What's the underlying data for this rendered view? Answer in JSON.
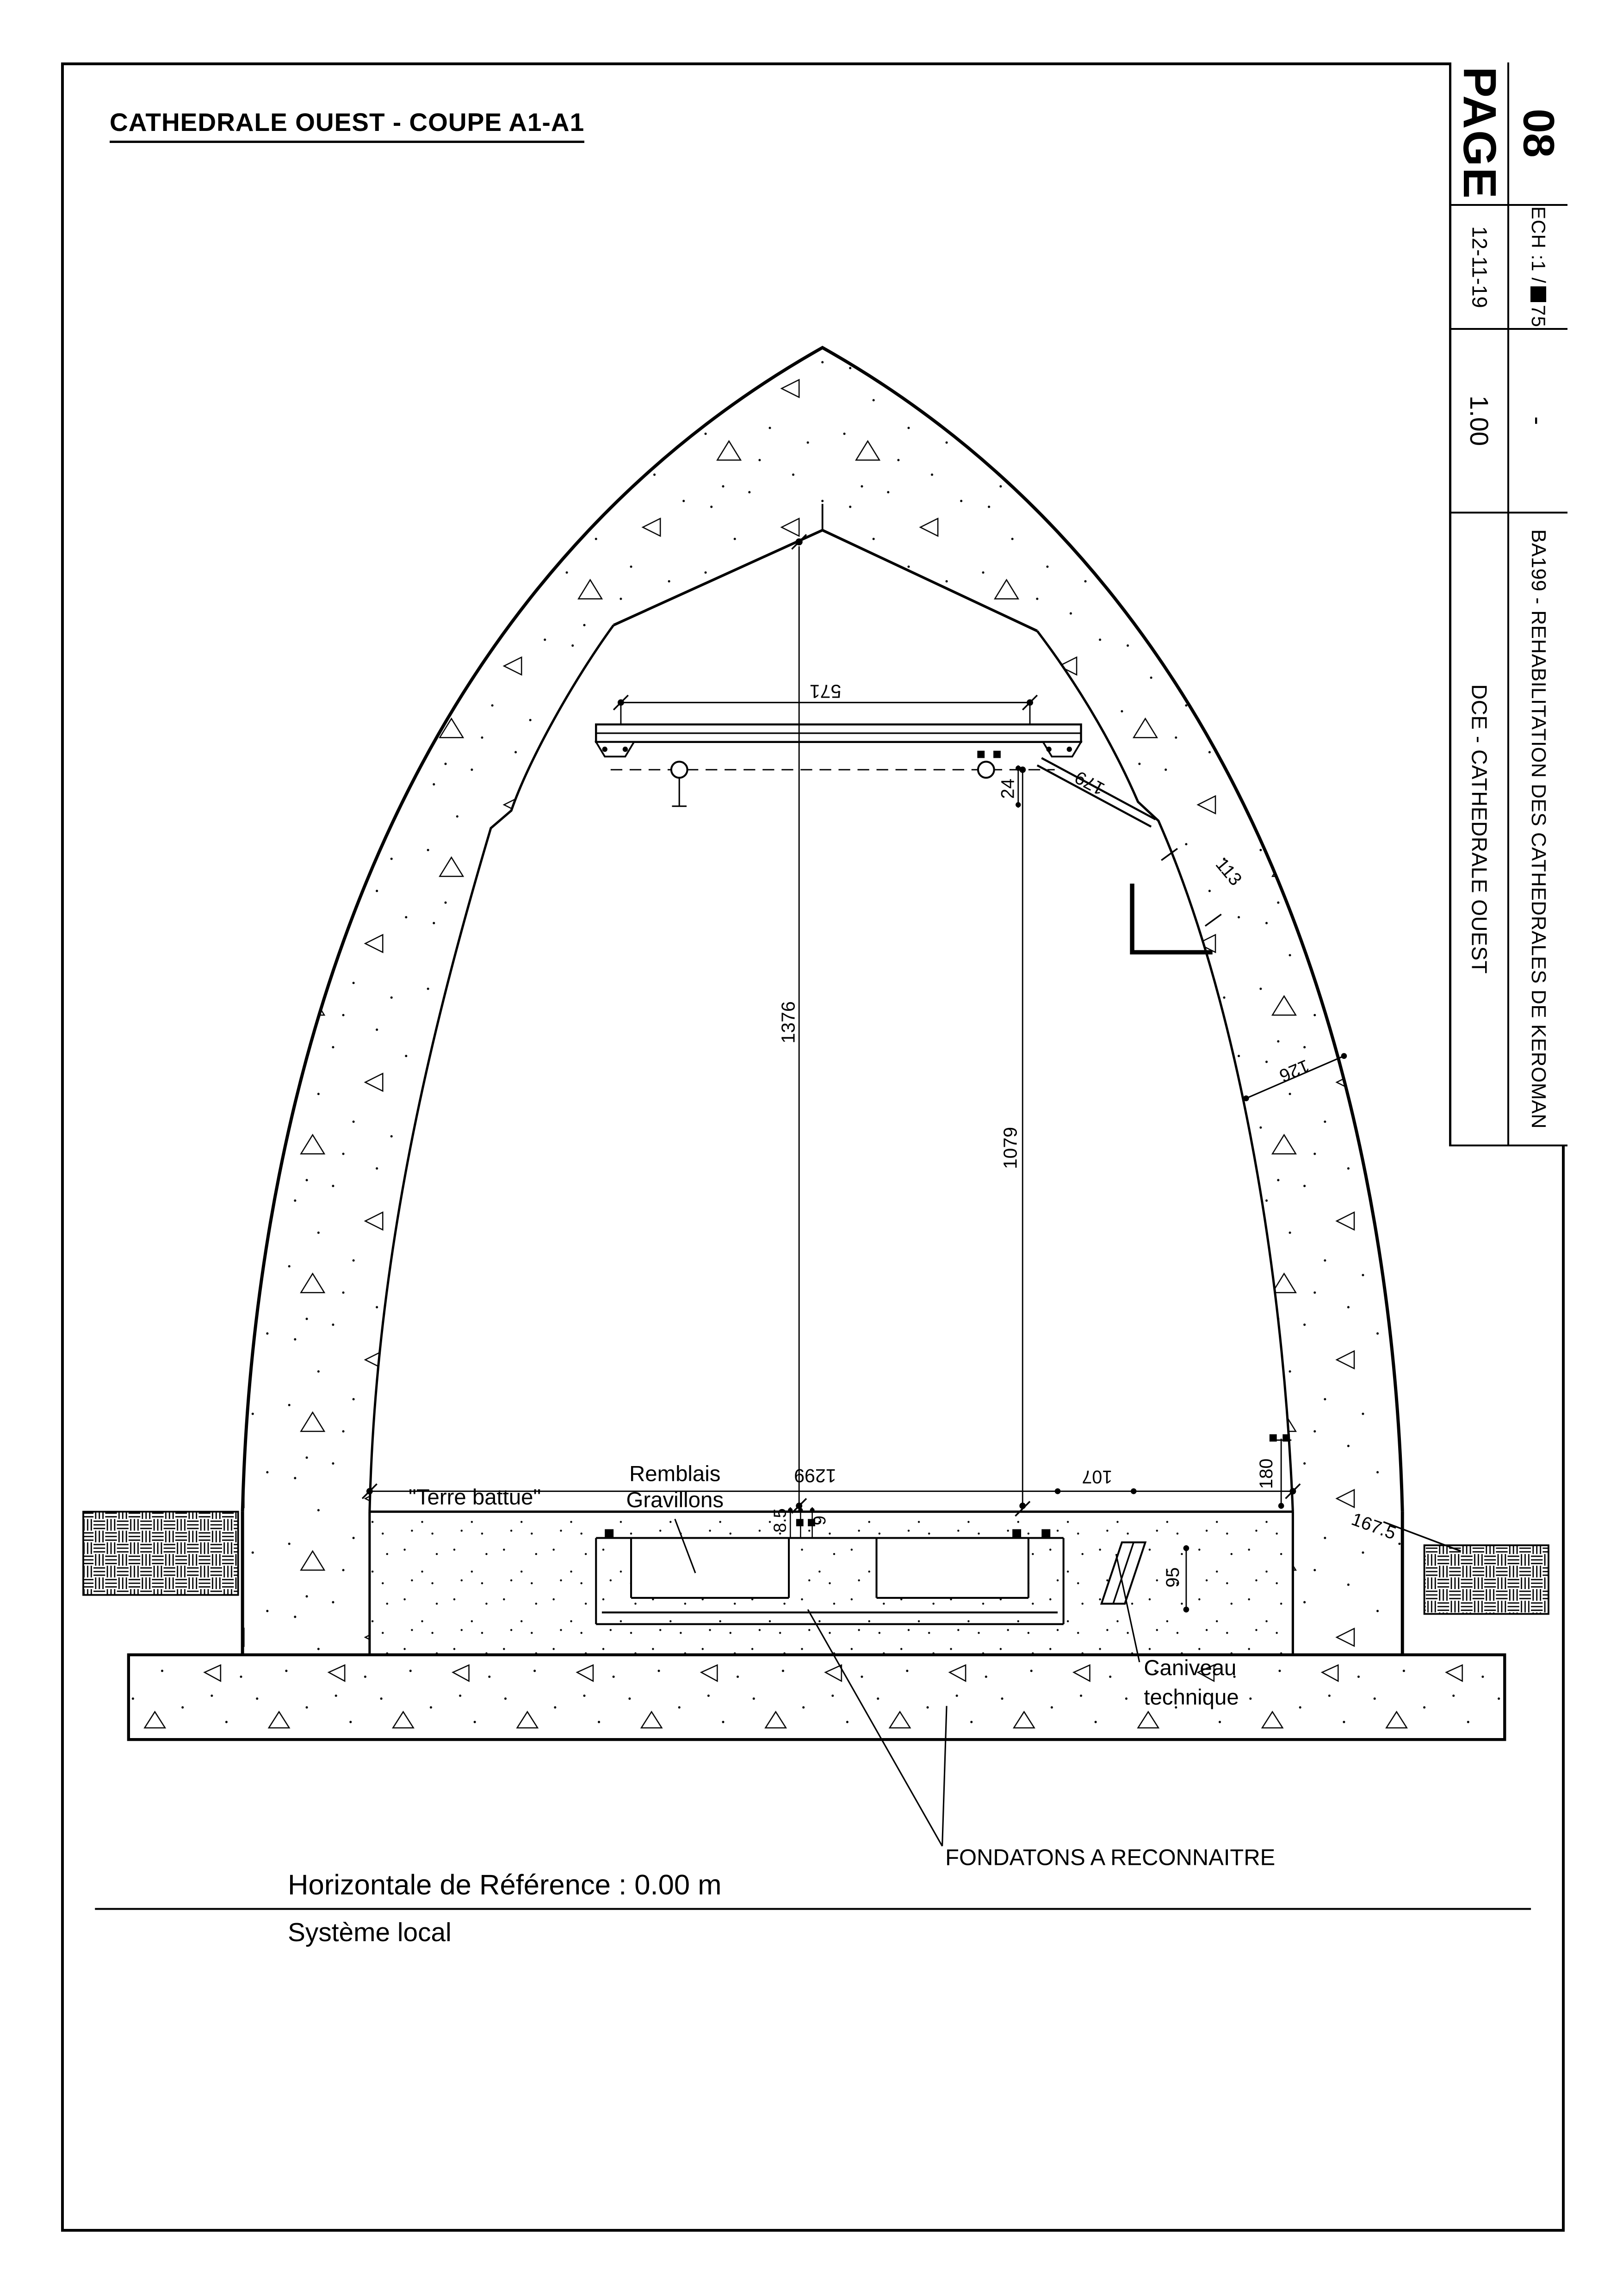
{
  "header": {
    "title": "CATHEDRALE OUEST - COUPE A1-A1"
  },
  "titleblock": {
    "page_label": "PAGE",
    "page_number": "08",
    "date": "12-11-19",
    "scale_label": "ECH :1 /",
    "scale_value": "75",
    "index": "1.00",
    "revision": "-",
    "doc_name": "DCE - CATHEDRALE OUEST",
    "project_name": "BA199 - REHABILITATION DES CATHEDRALES DE KEROMAN"
  },
  "drawing": {
    "dims": {
      "d571": "571",
      "d24": "24",
      "d179": "179",
      "d113": "113",
      "d1376": "1376",
      "d1079": "1079",
      "d126": "126",
      "d1299": "1299",
      "d8_5": "8.5",
      "d9": "9",
      "d107": "107",
      "d180": "180",
      "d95": "95",
      "d167_5": "167.5"
    },
    "labels": {
      "terre_battue": "\"Terre battue\"",
      "remblais_line1": "Remblais",
      "remblais_line2": "Gravillons",
      "caniveau_line1": "Caniveau",
      "caniveau_line2": "technique",
      "fondations": "FONDATONS A RECONNAITRE"
    },
    "footer": {
      "reference": "Horizontale de Référence : 0.00 m",
      "system": "Système local"
    }
  }
}
